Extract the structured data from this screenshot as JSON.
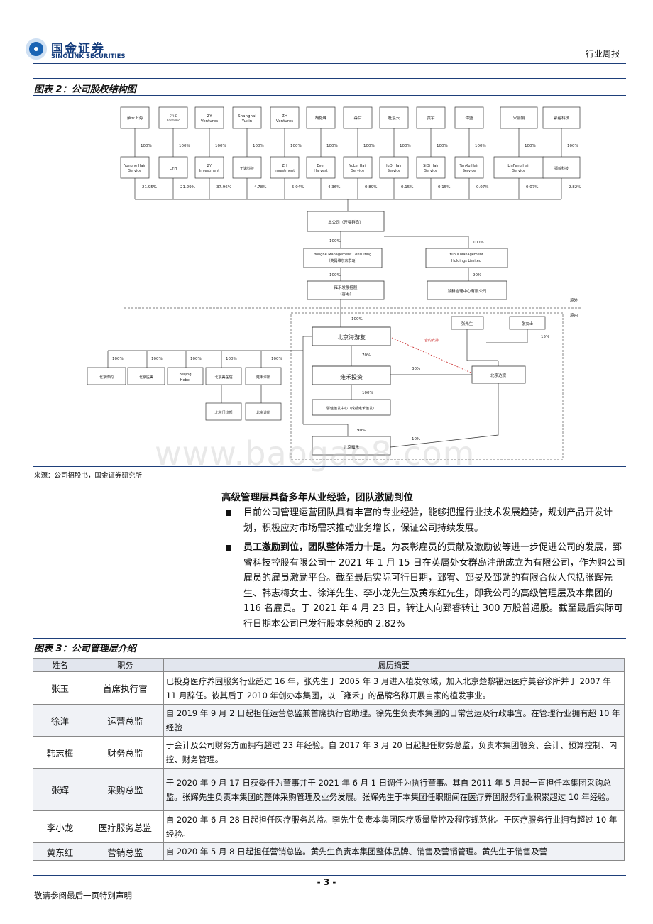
{
  "header": {
    "logo_cn": "国金证券",
    "logo_en": "SINOLINK SECURITIES",
    "report_type": "行业周报"
  },
  "figure2": {
    "title": "图表 2：公司股权结构图",
    "source": "来源：公司招股书，国金证券研究所",
    "top_owners": [
      "雍禾上海",
      "EYHE Cosmetic Medical Investment Limited",
      "ZY Ventures",
      "Shanghai Yuxin",
      "ZH Ventures",
      "胡毅峰",
      "森后",
      "杜泓云",
      "黄宇",
      "谭竖",
      "宋丽娟",
      "鄂蕴科技"
    ],
    "middle_holders": [
      "Yonghe Hair Service",
      "CYH",
      "ZY Investment",
      "于诺科技",
      "ZH Investment",
      "Ever Harvest",
      "NoLei Hair Service",
      "JuQi Hair Service",
      "SiQi Hair Service",
      "TanXu Hair Service",
      "LinFeng Hair Service",
      "鄂蕴科技"
    ],
    "upper_pct": [
      "100%",
      "100%",
      "100%",
      "100%",
      "100%",
      "100%",
      "100%",
      "100%",
      "100%",
      "100%",
      "100%",
      "100%"
    ],
    "lower_pct": [
      "21.95%",
      "21.29%",
      "37.96%",
      "4.78%",
      "5.04%",
      "4.36%",
      "0.89%",
      "0.15%",
      "0.15%",
      "0.07%",
      "0.07%",
      "2.82%"
    ],
    "company": "本公司（开曼群岛）",
    "yonghe_mc": "Yonghe Management Consulting（英属维尔京群岛）",
    "yuhui": "Yuhui Management Holdings Limited",
    "hk_holding": "雍禾发展控股（香港）",
    "hanfa": "湖赫治理中心有限公司",
    "pct_100": "100%",
    "pct_90": "90%",
    "pct_70": "70%",
    "pct_30": "30%",
    "pct_15": "15%",
    "pct_10": "10%",
    "offshore": "境外",
    "onshore": "境内",
    "bj_haiyou": "北京海游友",
    "yonghe_invest": "雍禾投资",
    "huitian": "譬佳植发中心（成都雍禾植发）",
    "yaokang": "北京达观",
    "sub_a": "张先生",
    "sub_b": "张女士",
    "contract": "合约安排",
    "bj_sub1": "北京博约",
    "bj_sub2": "北京医美",
    "bj_sub3": "Beijing Hebei",
    "bj_sub4": "北京美医院",
    "bj_sub5": "雍禾诊所",
    "bj_sub6": "北京门诊部",
    "bj_sub7": "北京诊所",
    "bj_yonghe": "北京雍禾"
  },
  "section": {
    "heading": "高级管理层具备多年从业经验，团队激励到位",
    "bullet1": "目前公司管理运营团队具有丰富的专业经验，能够把握行业技术发展趋势，规划产品开发计划，积极应对市场需求推动业务增长，保证公司持续发展。",
    "bullet2_bold": "员工激励到位，团队整体活力十足。",
    "bullet2": "为表彰雇员的贡献及激励彼等进一步促进公司的发展，郅睿科技控股有限公司于 2021 年 1 月 15 日在英属处女群岛注册成立为有限公司，作为购公司雇员的雇员激励平台。截至最后实际可行日期，郅宥、郅旻及郅勋的有限合伙人包括张辉先生、韩志梅女士、徐洋先生、李小龙先生及黄东红先生，即我公司的高级管理层及本集团的 116 名雇员。于 2021 年 4 月 23 日，转让人向郅睿转让 300 万股普通股。截至最后实际可行日期本公司已发行股本总额的 2.82%"
  },
  "figure3": {
    "title": "图表 3：公司管理层介绍",
    "headers": [
      "姓名",
      "职务",
      "履历摘要"
    ],
    "rows": [
      {
        "name": "张玉",
        "role": "首席执行官",
        "desc": "已投身医疗养固服务行业超过 16 年，张先生于 2005 年 3 月进入植发领域，加入北京楚黎福远医疗美容诊所并于 2007 年 11 月辞任。彼其后于 2010 年创办本集团，以「雍禾」的品牌名称开展自家的植发事业。"
      },
      {
        "name": "徐洋",
        "role": "运营总监",
        "desc": "自 2019 年 9 月 2 日起担任运营总监兼首席执行官助理。徐先生负责本集团的日常营运及行政事宜。在管理行业拥有超 10 年经验"
      },
      {
        "name": "韩志梅",
        "role": "财务总监",
        "desc": "于会计及公司财务方面拥有超过 23 年经验。自 2017 年 3 月 20 日起担任财务总监，负责本集团融资、会计、预算控制、内控、财务管理。"
      },
      {
        "name": "张辉",
        "role": "采购总监",
        "desc": "于 2020 年 9 月 17 日获委任为董事并于 2021 年 6 月 1 日调任为执行董事。其自 2011 年 5 月起一直担任本集团采购总监。张辉先生负责本集团的整体采购管理及业务发展。张辉先生于本集团任职期间在医疗养固服务行业积累超过 10 年经验。"
      },
      {
        "name": "李小龙",
        "role": "医疗服务总监",
        "desc": "自 2020 年 6 月 28 日起担任医疗服务总监。李先生负责本集团医疗质量监控及程序规范化。于医疗服务行业拥有超过 10 年经验。"
      },
      {
        "name": "黄东红",
        "role": "营销总监",
        "desc": "自 2020 年 5 月 8 日起担任营销总监。黄先生负责本集团整体品牌、销售及营销管理。黄先生于销售及营"
      }
    ]
  },
  "footer": {
    "page_number": "- 3 -",
    "disclaimer": "敬请参阅最后一页特别声明"
  },
  "watermark": "www.baogao8.com"
}
